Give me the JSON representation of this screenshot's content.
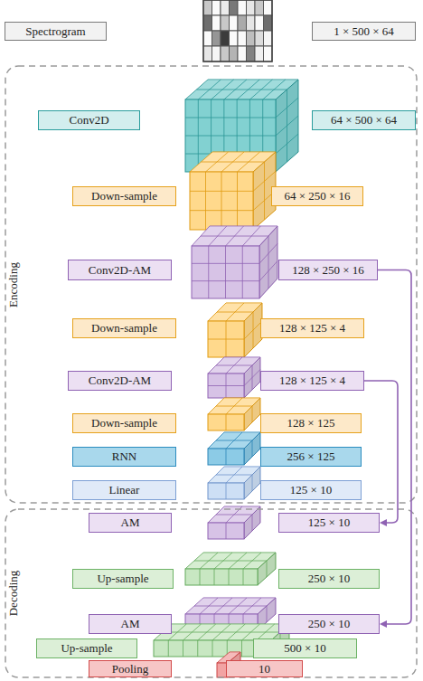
{
  "diagram": {
    "nodes": [
      {
        "text": [
          "Spectrogram"
        ]
      },
      {
        "text": [
          "1 × 500 × 64"
        ]
      },
      {
        "text": [
          "Encoding"
        ]
      },
      {
        "text": [
          "Conv2D"
        ],
        "in": 2
      },
      {
        "text": [
          "64 × 500 × 64"
        ],
        "in": 2
      },
      {
        "text": [
          "Down-sample"
        ],
        "in": 2
      },
      {
        "text": [
          "64 × 250 × 16"
        ],
        "in": 2
      },
      {
        "text": [
          "Conv2D-AM"
        ],
        "in": 2
      },
      {
        "text": [
          "128 × 250 × 16"
        ],
        "in": 2
      },
      {
        "text": [
          "Down-sample"
        ],
        "in": 2
      },
      {
        "text": [
          "128 × 125 × 4"
        ],
        "in": 2
      },
      {
        "text": [
          "Conv2D-AM"
        ],
        "in": 2
      },
      {
        "text": [
          "128 × 125 × 4"
        ],
        "in": 2
      },
      {
        "text": [
          "Down-sample"
        ],
        "in": 2
      },
      {
        "text": [
          "128 × 125"
        ],
        "in": 2
      },
      {
        "text": [
          "RNN"
        ],
        "in": 2
      },
      {
        "text": [
          "256 × 125"
        ],
        "in": 2
      },
      {
        "text": [
          "Linear"
        ],
        "in": 2
      },
      {
        "text": [
          "125 × 10"
        ],
        "in": 2
      },
      {
        "text": [
          "Decoding"
        ]
      },
      {
        "text": [
          "AM"
        ],
        "in": 19
      },
      {
        "text": [
          "125 × 10"
        ],
        "in": 19
      },
      {
        "text": [
          "Up-sample"
        ],
        "in": 19
      },
      {
        "text": [
          "250 × 10"
        ],
        "in": 19
      },
      {
        "text": [
          "AM"
        ],
        "in": 19
      },
      {
        "text": [
          "250 × 10"
        ],
        "in": 19
      },
      {
        "text": [
          "Up-sample"
        ],
        "in": 19
      },
      {
        "text": [
          "500 × 10"
        ],
        "in": 19
      },
      {
        "text": [
          "Pooling"
        ],
        "in": 19
      },
      {
        "text": [
          "10"
        ],
        "in": 19
      }
    ],
    "edges": [
      {
        "from": 8,
        "to": 25,
        "arrow": "to"
      },
      {
        "from": 12,
        "to": 21,
        "arrow": "to"
      }
    ]
  }
}
